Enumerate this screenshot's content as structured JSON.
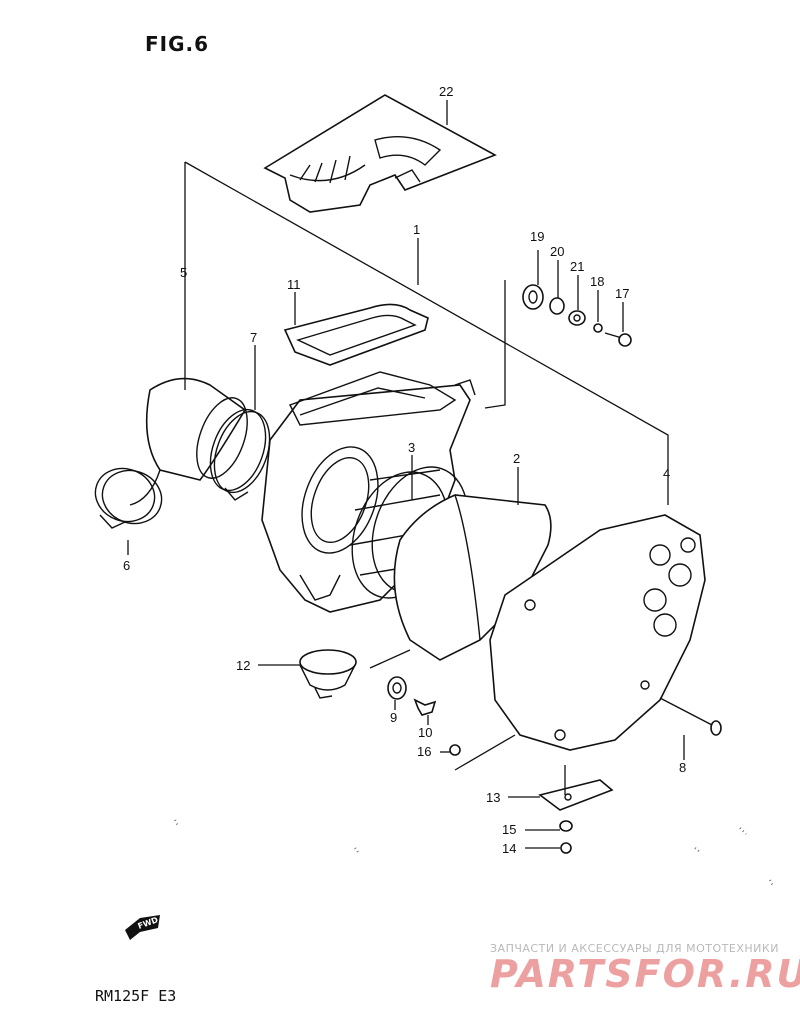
{
  "figure": {
    "title": "FIG.6",
    "model": "RM125F  E3",
    "fwd_label": "FWD"
  },
  "watermark": {
    "line1": "ЗАПЧАСТИ И АКСЕССУАРЫ ДЛЯ МОТОТЕХНИКИ",
    "brand": "PARTSFOR.RU"
  },
  "parts": [
    {
      "id": "lbl-22",
      "text": "22"
    },
    {
      "id": "lbl-1",
      "text": "1"
    },
    {
      "id": "lbl-5",
      "text": "5"
    },
    {
      "id": "lbl-11",
      "text": "11"
    },
    {
      "id": "lbl-7",
      "text": "7"
    },
    {
      "id": "lbl-19",
      "text": "19"
    },
    {
      "id": "lbl-20",
      "text": "20"
    },
    {
      "id": "lbl-21",
      "text": "21"
    },
    {
      "id": "lbl-18",
      "text": "18"
    },
    {
      "id": "lbl-17",
      "text": "17"
    },
    {
      "id": "lbl-3",
      "text": "3"
    },
    {
      "id": "lbl-2",
      "text": "2"
    },
    {
      "id": "lbl-4",
      "text": "4"
    },
    {
      "id": "lbl-6",
      "text": "6"
    },
    {
      "id": "lbl-12",
      "text": "12"
    },
    {
      "id": "lbl-9",
      "text": "9"
    },
    {
      "id": "lbl-10",
      "text": "10"
    },
    {
      "id": "lbl-16",
      "text": "16"
    },
    {
      "id": "lbl-8",
      "text": "8"
    },
    {
      "id": "lbl-13",
      "text": "13"
    },
    {
      "id": "lbl-15",
      "text": "15"
    },
    {
      "id": "lbl-14",
      "text": "14"
    }
  ]
}
